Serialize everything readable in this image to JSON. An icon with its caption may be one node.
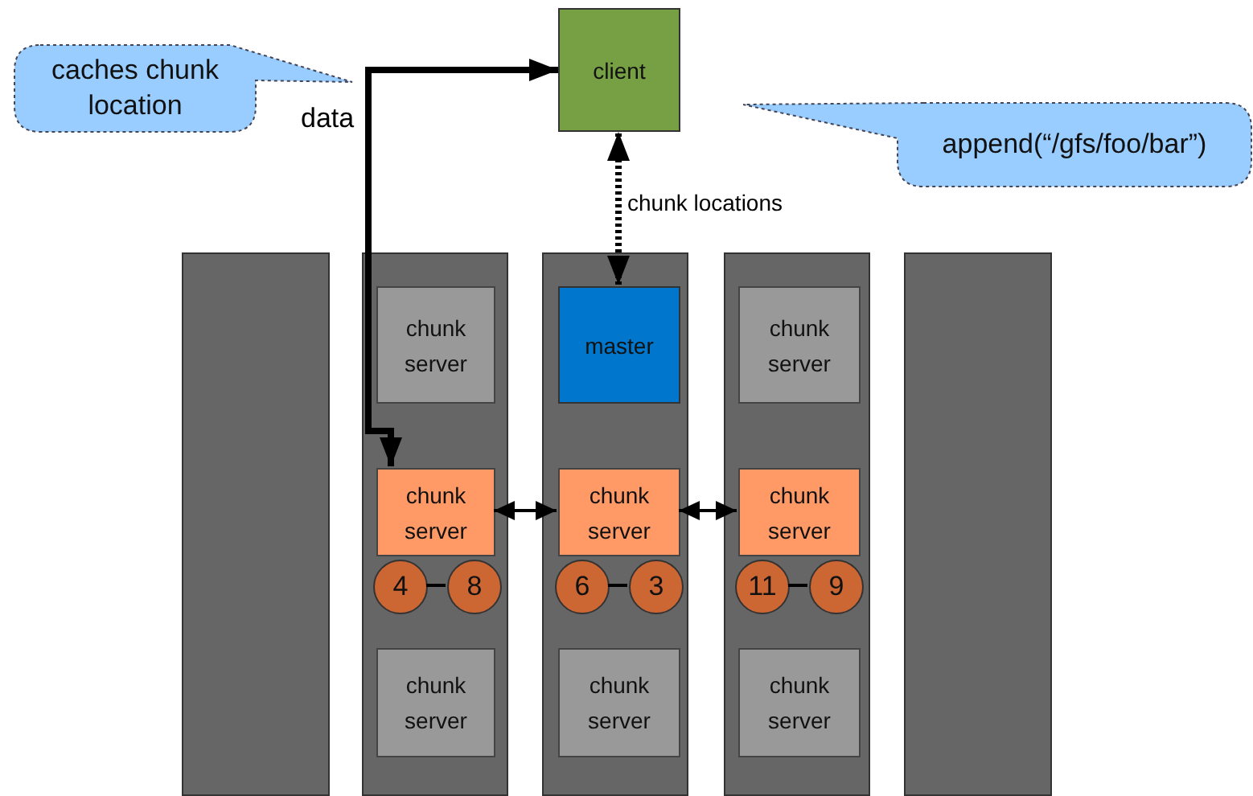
{
  "diagram": {
    "nodes": [
      {
        "text": [
          "caches chunk location"
        ]
      },
      {
        "text": [
          "client"
        ]
      },
      {
        "text": [
          "append(“/gfs/foo/bar”)"
        ]
      },
      {
        "text": [],
        "shape": "box"
      },
      {
        "text": [],
        "shape": "box"
      },
      {
        "text": [
          "chunk server"
        ],
        "in": 4
      },
      {
        "text": [
          "chunk server"
        ],
        "in": 4
      },
      {
        "text": [
          "4"
        ],
        "in": 4
      },
      {
        "text": [
          "8"
        ],
        "in": 4
      },
      {
        "text": [
          "chunk server"
        ],
        "in": 4
      },
      {
        "text": [],
        "shape": "box"
      },
      {
        "text": [
          "master"
        ],
        "in": 10
      },
      {
        "text": [
          "chunk server"
        ],
        "in": 10
      },
      {
        "text": [
          "6"
        ],
        "in": 10
      },
      {
        "text": [
          "3"
        ],
        "in": 10
      },
      {
        "text": [
          "chunk server"
        ],
        "in": 10
      },
      {
        "text": [],
        "shape": "box"
      },
      {
        "text": [
          "chunk server"
        ],
        "in": 16
      },
      {
        "text": [
          "chunk server"
        ],
        "in": 16
      },
      {
        "text": [
          "11"
        ],
        "in": 16
      },
      {
        "text": [
          "9"
        ],
        "in": 16
      },
      {
        "text": [
          "chunk server"
        ],
        "in": 16
      },
      {
        "text": [],
        "shape": "box"
      }
    ],
    "edges": [
      {
        "from": 6,
        "to": 1,
        "arrow": "both",
        "label": "data",
        "style": "thick"
      },
      {
        "from": 11,
        "to": 1,
        "arrow": "both",
        "label": "chunk locations",
        "style": "dashed"
      },
      {
        "from": 6,
        "to": 12,
        "arrow": "both"
      },
      {
        "from": 12,
        "to": 18,
        "arrow": "both"
      },
      {
        "from": 7,
        "to": 8,
        "arrow": "none"
      },
      {
        "from": 13,
        "to": 14,
        "arrow": "none"
      },
      {
        "from": 19,
        "to": 20,
        "arrow": "none"
      }
    ]
  }
}
